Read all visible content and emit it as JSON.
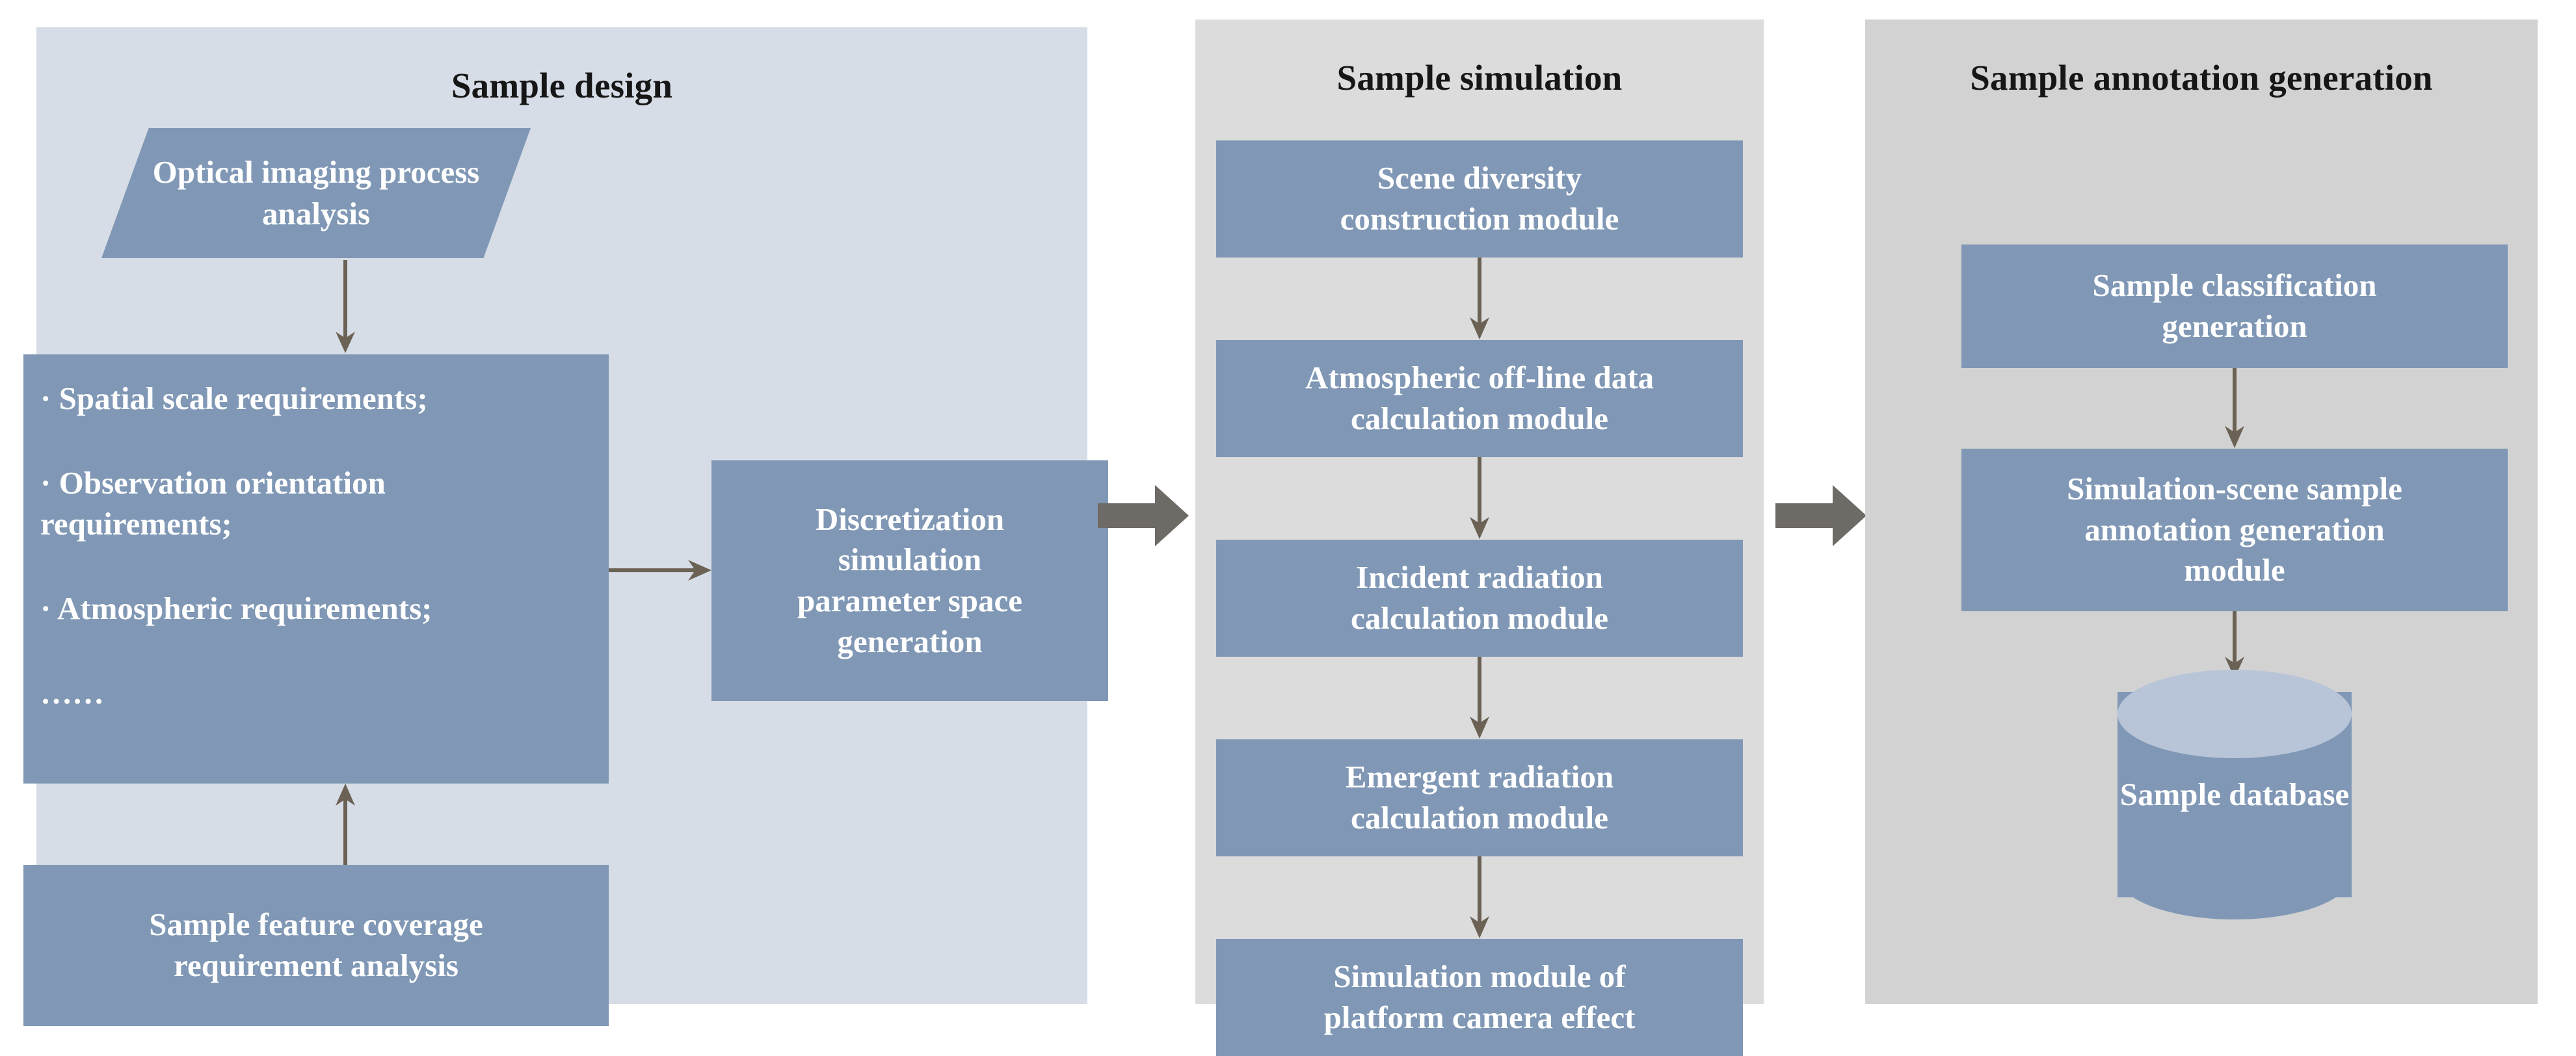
{
  "colors": {
    "panel_design_bg": "#d7dde6",
    "panel_simulation_bg": "#dcdcdc",
    "panel_annotation_bg": "#d2d2d2",
    "node_fill": "#8098b5",
    "cylinder_top": "#b8c5d8",
    "node_text": "#ffffff",
    "title_text": "#161616",
    "connector_stroke": "#6b6255",
    "block_arrow_fill": "#6e6a66",
    "page_bg": "#ffffff"
  },
  "panels": {
    "design": {
      "title": "Sample design",
      "nodes": {
        "optical": {
          "line1": "Optical imaging",
          "line2": "process analysis"
        },
        "requirements": {
          "items": [
            "· Spatial scale requirements;",
            "· Observation orientation",
            "requirements;",
            "· Atmospheric requirements;",
            "……"
          ],
          "line1": "· Spatial scale requirements;",
          "line2": "· Observation orientation",
          "line3": "requirements;",
          "line4": "· Atmospheric requirements;",
          "line5": "……"
        },
        "discretization": {
          "line1": "Discretization",
          "line2": "simulation",
          "line3": "parameter space",
          "line4": "generation"
        },
        "coverage": {
          "line1": "Sample feature coverage",
          "line2": "requirement analysis"
        }
      }
    },
    "simulation": {
      "title": "Sample simulation",
      "nodes": {
        "scene": {
          "line1": "Scene diversity",
          "line2": "construction module"
        },
        "atmospheric": {
          "line1": "Atmospheric off-line data",
          "line2": "calculation module"
        },
        "incident": {
          "line1": "Incident radiation",
          "line2": "calculation module"
        },
        "emergent": {
          "line1": "Emergent radiation",
          "line2": "calculation module"
        },
        "platform": {
          "line1": "Simulation module of",
          "line2": "platform camera effect"
        }
      }
    },
    "annotation": {
      "title": "Sample annotation generation",
      "nodes": {
        "classification": {
          "line1": "Sample classification",
          "line2": "generation"
        },
        "annotation_module": {
          "line1": "Simulation-scene sample",
          "line2": "annotation generation",
          "line3": "module"
        },
        "database": {
          "line1": "Sample",
          "line2": "database"
        }
      }
    }
  },
  "flow": {
    "stage_arrow_1": "arrow-right-design-to-simulation",
    "stage_arrow_2": "arrow-right-simulation-to-annotation"
  }
}
